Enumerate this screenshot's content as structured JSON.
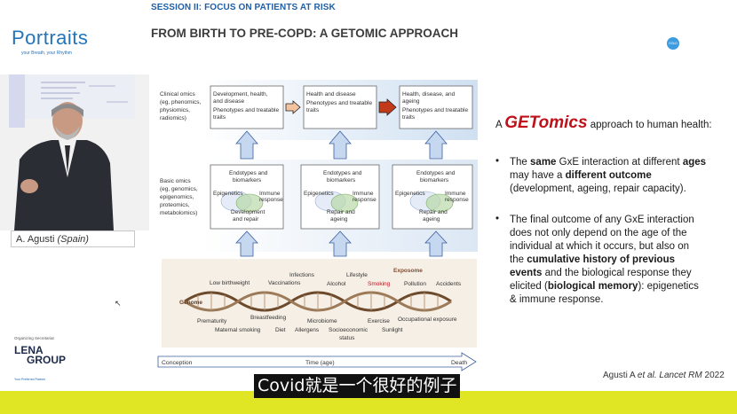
{
  "slide": {
    "session_label": "SESSION II: FOCUS ON PATIENTS AT RISK",
    "title": "FROM BIRTH TO PRE-COPD: A GETOMIC APPROACH",
    "logo_text": "Portraits",
    "logo_tagline": "your Breath, your Rhythm",
    "globe_text": "GOLD"
  },
  "speaker": {
    "label_name": "A. Agusti",
    "label_country": "(Spain)"
  },
  "organizer": {
    "label": "Organizing Secretariat",
    "name_line1": "LENA",
    "name_line2": "GROUP",
    "tagline": "Your Preferred Partner"
  },
  "diagram": {
    "clinical_omics_label": [
      "Clinical omics",
      "(eg, phenomics,",
      "physiomics,",
      "radiomics)"
    ],
    "basic_omics_label": [
      "Basic omics",
      "(eg, genomics,",
      "epigenomics,",
      "proteomics,",
      "metabolomics)"
    ],
    "clinical_boxes": [
      {
        "heading": [
          "Development, health,",
          "and disease"
        ],
        "sub": [
          "Phenotypes and treatable",
          "traits"
        ]
      },
      {
        "heading": [
          "Health and disease"
        ],
        "sub": [
          "Phenotypes and treatable",
          "traits"
        ]
      },
      {
        "heading": [
          "Health, disease, and",
          "ageing"
        ],
        "sub": [
          "Phenotypes and treatable",
          "traits"
        ]
      }
    ],
    "basic_boxes": [
      {
        "heading": [
          "Endotypes and",
          "biomarkers"
        ],
        "left": "Epigenetics",
        "right": [
          "Immune",
          "response"
        ],
        "bottom": [
          "Development",
          "and repair"
        ]
      },
      {
        "heading": [
          "Endotypes and",
          "biomarkers"
        ],
        "left": "Epigenetics",
        "right": [
          "Immune",
          "response"
        ],
        "bottom": [
          "Repair and",
          "ageing"
        ]
      },
      {
        "heading": [
          "Endotypes and",
          "biomarkers"
        ],
        "left": "Epigenetics",
        "right": [
          "Immune",
          "response"
        ],
        "bottom": [
          "Repair and",
          "ageing"
        ]
      }
    ],
    "exposome_label": "Exposome",
    "genome_label": "Genome",
    "exposures_top": [
      "Low birthweight",
      "Infections",
      "Vaccinations",
      "Lifestyle",
      "Alcohol",
      "Smoking",
      "Pollution",
      "Accidents"
    ],
    "exposures_bottom": [
      "Prematurity",
      "Breastfeeding",
      "Microbiome",
      "Exercise",
      "Occupational exposure",
      "Maternal smoking",
      "Diet",
      "Allergens",
      "Socioeconomic",
      "status",
      "Sunlight"
    ],
    "timeline_start": "Conception",
    "timeline_mid": "Time (age)",
    "timeline_end": "Death"
  },
  "right_panel": {
    "intro_prefix": "A",
    "intro_brand": "GETomics",
    "intro_suffix": "approach to human health:",
    "bullet1": {
      "t1": "The",
      "b1": "same",
      "t2": "GxE interaction at different",
      "b2": "ages",
      "t3": "may have a",
      "b3": "different outcome",
      "t4": "(development, ageing, repair capacity)."
    },
    "bullet2": {
      "t1": "The final outcome of any GxE interaction",
      "t2": "does not only depend on the age of the",
      "t3": "individual at which it occurs, but also on",
      "t4": "the",
      "b1": "cumulative history of previous",
      "b2": "events",
      "t5": "and the biological response they",
      "t6": "elicited (",
      "b3": "biological memory",
      "t7": "): epigenetics",
      "t8": "& immune response."
    },
    "citation_prefix": "Agusti A",
    "citation_etal": "et al. Lancet RM",
    "citation_year": "2022"
  },
  "subtitle": {
    "text": "Covid就是一个很好的例子"
  },
  "colors": {
    "brand_blue": "#1f5fa8",
    "accent_red": "#c0101a",
    "subtitle_bar": "#e0e624"
  }
}
